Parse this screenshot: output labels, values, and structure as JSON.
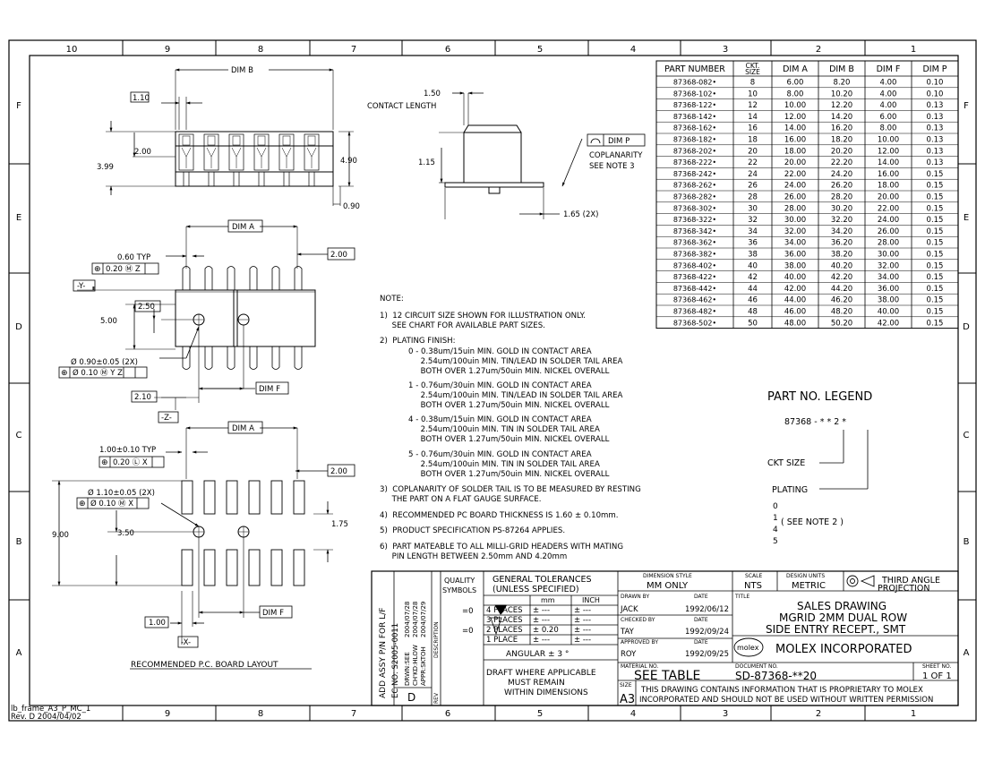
{
  "border": {
    "top_cols": [
      "10",
      "9",
      "8",
      "7",
      "6",
      "5",
      "4",
      "3",
      "2",
      "1"
    ],
    "bottom_cols": [
      "9",
      "8",
      "7",
      "6",
      "5",
      "4",
      "3",
      "2",
      "1"
    ],
    "rows": [
      "F",
      "E",
      "D",
      "C",
      "B",
      "A"
    ],
    "frame_id": "lb_frame_A3_P_MC_1",
    "frame_rev": "Rev. D 2004/04/02"
  },
  "table": {
    "headers": [
      "PART NUMBER",
      "CKT. SIZE",
      "DIM A",
      "DIM B",
      "DIM F",
      "DIM P"
    ],
    "rows": [
      [
        "87368-082•",
        "8",
        "6.00",
        "8.20",
        "4.00",
        "0.10"
      ],
      [
        "87368-102•",
        "10",
        "8.00",
        "10.20",
        "4.00",
        "0.10"
      ],
      [
        "87368-122•",
        "12",
        "10.00",
        "12.20",
        "4.00",
        "0.13"
      ],
      [
        "87368-142•",
        "14",
        "12.00",
        "14.20",
        "6.00",
        "0.13"
      ],
      [
        "87368-162•",
        "16",
        "14.00",
        "16.20",
        "8.00",
        "0.13"
      ],
      [
        "87368-182•",
        "18",
        "16.00",
        "18.20",
        "10.00",
        "0.13"
      ],
      [
        "87368-202•",
        "20",
        "18.00",
        "20.20",
        "12.00",
        "0.13"
      ],
      [
        "87368-222•",
        "22",
        "20.00",
        "22.20",
        "14.00",
        "0.13"
      ],
      [
        "87368-242•",
        "24",
        "22.00",
        "24.20",
        "16.00",
        "0.15"
      ],
      [
        "87368-262•",
        "26",
        "24.00",
        "26.20",
        "18.00",
        "0.15"
      ],
      [
        "87368-282•",
        "28",
        "26.00",
        "28.20",
        "20.00",
        "0.15"
      ],
      [
        "87368-302•",
        "30",
        "28.00",
        "30.20",
        "22.00",
        "0.15"
      ],
      [
        "87368-322•",
        "32",
        "30.00",
        "32.20",
        "24.00",
        "0.15"
      ],
      [
        "87368-342•",
        "34",
        "32.00",
        "34.20",
        "26.00",
        "0.15"
      ],
      [
        "87368-362•",
        "36",
        "34.00",
        "36.20",
        "28.00",
        "0.15"
      ],
      [
        "87368-382•",
        "38",
        "36.00",
        "38.20",
        "30.00",
        "0.15"
      ],
      [
        "87368-402•",
        "40",
        "38.00",
        "40.20",
        "32.00",
        "0.15"
      ],
      [
        "87368-422•",
        "42",
        "40.00",
        "42.20",
        "34.00",
        "0.15"
      ],
      [
        "87368-442•",
        "44",
        "42.00",
        "44.20",
        "36.00",
        "0.15"
      ],
      [
        "87368-462•",
        "46",
        "44.00",
        "46.20",
        "38.00",
        "0.15"
      ],
      [
        "87368-482•",
        "48",
        "46.00",
        "48.20",
        "40.00",
        "0.15"
      ],
      [
        "87368-502•",
        "50",
        "48.00",
        "50.20",
        "42.00",
        "0.15"
      ]
    ]
  },
  "drawing": {
    "dim_b": "DIM B",
    "dim_a": "DIM A",
    "dim_f": "DIM F",
    "dim_p": "DIM P",
    "d_110": "1.10",
    "d_200": "2.00",
    "d_399": "3.99",
    "d_490": "4.90",
    "d_090": "0.90",
    "d_150": "1.50",
    "contact_length": "CONTACT LENGTH",
    "d_115": "1.15",
    "d_165": "1.65 (2X)",
    "coplanarity": "COPLANARITY",
    "see_note3": "SEE NOTE 3",
    "d_060typ": "0.60 TYP",
    "tol_020m_z": "0.20 Ⓜ Z",
    "datum_y": "-Y-",
    "d_250": "2.50",
    "d_500": "5.00",
    "hole_090": "Ø 0.90±0.05 (2X)",
    "tol_010_yz": "Ø 0.10 Ⓜ Y Z",
    "d_210": "2.10",
    "datum_z": "-Z-",
    "d_100typ": "1.00±0.10  TYP",
    "tol_020l_x": "0.20 Ⓛ X",
    "hole_110": "Ø 1.10±0.05 (2X)",
    "tol_010_x": "Ø 0.10 Ⓜ X",
    "d_175": "1.75",
    "d_900": "9.00",
    "d_350": "3.50",
    "d_100": "1.00",
    "datum_x": "-X-",
    "pcb_layout": "RECOMMENDED P.C. BOARD LAYOUT"
  },
  "notes": {
    "title": "NOTE:",
    "lines": [
      "1)  12 CIRCUIT SIZE SHOWN FOR ILLUSTRATION ONLY.",
      "     SEE CHART FOR AVAILABLE PART SIZES.",
      "2)  PLATING FINISH:",
      "0 - 0.38um/15uin MIN. GOLD IN CONTACT AREA",
      "     2.54um/100uin MIN. TIN/LEAD IN SOLDER TAIL AREA",
      "     BOTH OVER 1.27um/50uin MIN. NICKEL OVERALL",
      "1 - 0.76um/30uin MIN. GOLD IN CONTACT AREA",
      "     2.54um/100uin MIN. TIN/LEAD IN SOLDER TAIL AREA",
      "     BOTH OVER 1.27um/50uin MIN. NICKEL OVERALL",
      "4 - 0.38um/15uin MIN. GOLD IN CONTACT AREA",
      "     2.54um/100uin MIN. TIN IN SOLDER TAIL AREA",
      "     BOTH OVER 1.27um/50uin MIN. NICKEL OVERALL",
      "5 - 0.76um/30uin MIN. GOLD IN CONTACT AREA",
      "     2.54um/100uin MIN. TIN IN SOLDER TAIL AREA",
      "     BOTH OVER 1.27um/50uin MIN. NICKEL OVERALL",
      "3)  COPLANARITY OF SOLDER TAIL IS TO BE MEASURED BY RESTING",
      "     THE PART ON A FLAT GAUGE SURFACE.",
      "4)  RECOMMENDED PC BOARD THICKNESS IS 1.60 ± 0.10mm.",
      "5)  PRODUCT SPECIFICATION PS-87264 APPLIES.",
      "6)  PART MATEABLE TO ALL MILLI-GRID HEADERS WITH MATING",
      "     PIN LENGTH BETWEEN 2.50mm AND 4.20mm"
    ]
  },
  "legend": {
    "title": "PART NO. LEGEND",
    "code": "87368 - * * 2 *",
    "ckt_size": "CKT SIZE",
    "plating": "PLATING",
    "options": [
      "0",
      "1",
      "4",
      "5"
    ],
    "see_note": "( SEE NOTE 2 )"
  },
  "titleblock": {
    "revision_lines": [
      "ADD ASSY P/N FOR L/F",
      "EC NO: S2005-0011"
    ],
    "rev_letter": "D",
    "drwn": "DRWN:SEE",
    "chkd": "CH'KD:HLOW",
    "appr": "APPR:SKTOH",
    "dates": [
      "2004/07/28",
      "2004/07/28",
      "2004/07/29"
    ],
    "description": "DESCRIPTION",
    "rev_label": "REV",
    "quality_symbols": "QUALITY SYMBOLS",
    "general_tol": "GENERAL TOLERANCES",
    "unless": "(UNLESS SPECIFIED)",
    "mm": "mm",
    "inch": "INCH",
    "tol_rows": [
      [
        "4 PLACES",
        "± ---",
        "± ---"
      ],
      [
        "3 PLACES",
        "± ---",
        "± ---"
      ],
      [
        "2 PLACES",
        "± 0.20",
        "± ---"
      ],
      [
        "1 PLACE",
        "± ---",
        "± ---"
      ]
    ],
    "angular": "ANGULAR ±  3 °",
    "draft": [
      "DRAFT WHERE APPLICABLE",
      "MUST REMAIN",
      "WITHIN DIMENSIONS"
    ],
    "sym1": "=0",
    "sym2": "=0",
    "dimension_style": "DIMENSION STYLE",
    "mm_only": "MM ONLY",
    "scale": "SCALE",
    "nts": "NTS",
    "design_units": "DESIGN UNITS",
    "metric": "METRIC",
    "third_angle": [
      "THIRD ANGLE",
      "PROJECTION"
    ],
    "drawn_by": "DRAWN BY",
    "drawn_name": "JACK",
    "drawn_date": "1992/06/12",
    "checked_by": "CHECKED BY",
    "checked_name": "TAY",
    "checked_date": "1992/09/24",
    "approved_by": "APPROVED BY",
    "approved_name": "ROY",
    "approved_date": "1992/09/25",
    "date": "DATE",
    "title_label": "TITLE",
    "title_lines": [
      "SALES DRAWING",
      "MGRID 2MM DUAL ROW",
      "SIDE ENTRY RECEPT., SMT"
    ],
    "company": "MOLEX INCORPORATED",
    "logo": "molex",
    "material_no": "MATERIAL NO.",
    "see_table": "SEE TABLE",
    "document_no": "DOCUMENT NO.",
    "doc_no": "SD-87368-**20",
    "sheet_no": "SHEET NO.",
    "sheet": "1 OF 1",
    "size_label": "SIZE",
    "size": "A3",
    "proprietary": [
      "THIS DRAWING CONTAINS INFORMATION THAT IS PROPRIETARY TO MOLEX",
      "INCORPORATED AND SHOULD NOT BE USED WITHOUT WRITTEN PERMISSION"
    ]
  }
}
